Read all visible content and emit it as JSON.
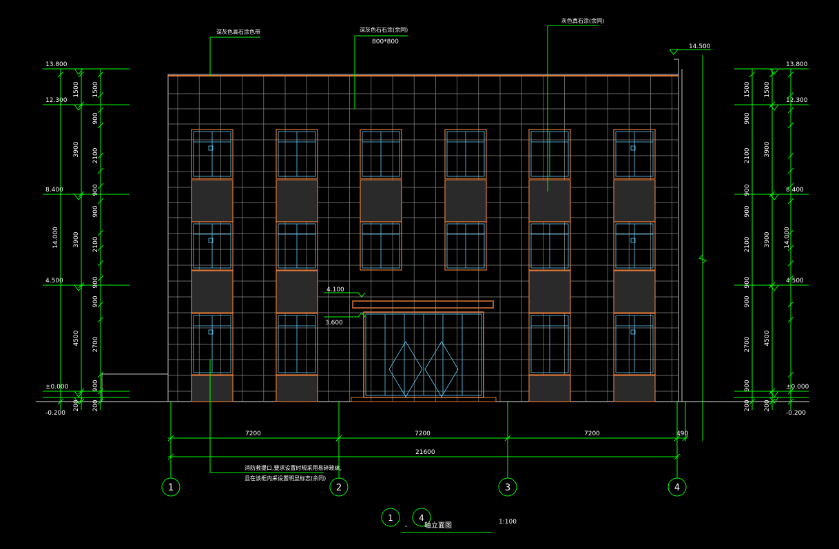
{
  "colors": {
    "background": "#000000",
    "wall_outline": "#c8c8c8",
    "grid": "#9a9a9a",
    "frame": "#e07a3a",
    "glazing": "#5fd3ff",
    "dimension": "#00ff00",
    "text": "#ffffff"
  },
  "callouts": {
    "parapet_band": "深灰色高石涂色带",
    "stone_top": "深灰色石石涂(余同)",
    "stone_top_size": "800*800",
    "stone_right": "灰色真石涂(余同)",
    "fire_window_line1": "消防救援口,要求设置时规采用易碎玻璃,",
    "fire_window_line2": "且在该框内采设置明显标志(余同)"
  },
  "levels": {
    "left": [
      "13.800",
      "12.300",
      "8.400",
      "4.500",
      "±0.000",
      "-0.200"
    ],
    "right": [
      "13.800",
      "12.300",
      "8.400",
      "4.500",
      "±0.000",
      "-0.200"
    ],
    "top_right": "14.500",
    "canopy_top": "4.100",
    "canopy_bottom": "3.600"
  },
  "left_dims": {
    "outer": [
      "14.000"
    ],
    "middle": [
      "1500",
      "3900",
      "3900",
      "4500",
      "200"
    ],
    "inner": [
      "1500",
      "900",
      "2100",
      "900",
      "900",
      "2100",
      "900",
      "900",
      "2700",
      "900",
      "200"
    ]
  },
  "right_dims": {
    "outer": [
      "14.000"
    ],
    "middle": [
      "1500",
      "3900",
      "3900",
      "4500",
      "200"
    ],
    "inner": [
      "1500",
      "900",
      "2100",
      "900",
      "900",
      "2100",
      "900",
      "900",
      "2700",
      "900",
      "200"
    ]
  },
  "bottom_dims": {
    "spans": [
      "7200",
      "7200",
      "7200",
      "490"
    ],
    "total": "21600"
  },
  "axes": [
    "1",
    "2",
    "3",
    "4"
  ],
  "title": {
    "axis_from": "1",
    "axis_to": "4",
    "dash": "-",
    "name": "轴立面图",
    "scale": "1:100"
  }
}
